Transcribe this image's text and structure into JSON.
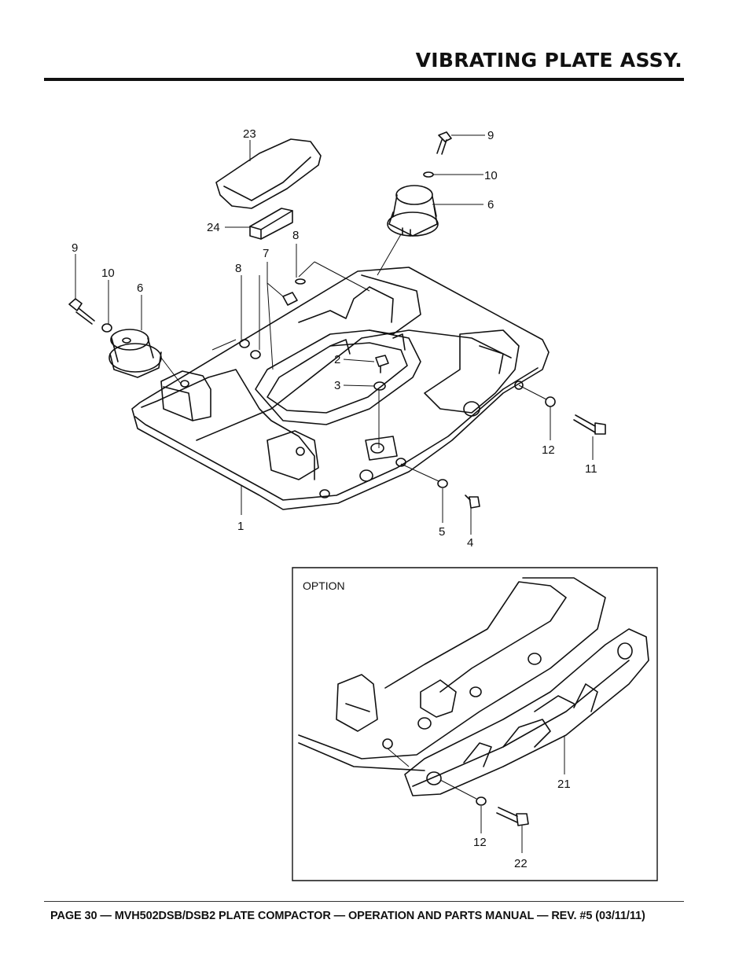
{
  "header": {
    "title": "VIBRATING PLATE ASSY."
  },
  "footer": {
    "text": "PAGE 30 — MVH502DSB/DSB2 PLATE COMPACTOR — OPERATION AND PARTS MANUAL — REV. #5 (03/11/11)"
  },
  "diagram": {
    "callouts": [
      "23",
      "9",
      "10",
      "6",
      "24",
      "8",
      "7",
      "9",
      "10",
      "6",
      "8",
      "2",
      "3",
      "12",
      "11",
      "1",
      "5",
      "4"
    ],
    "option_box": {
      "label": "OPTION",
      "callouts": [
        "21",
        "12",
        "22"
      ]
    }
  }
}
